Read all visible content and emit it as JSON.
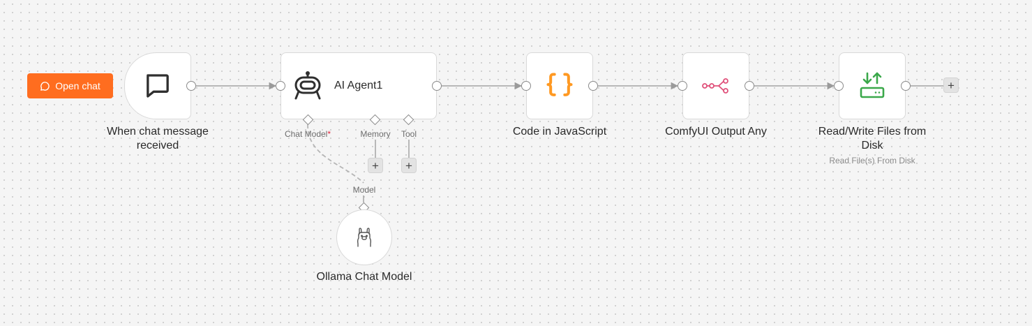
{
  "trigger_button": {
    "label": "Open chat",
    "icon": "chat-bubble-icon",
    "color": "#ff6d1f"
  },
  "nodes": {
    "chat_trigger": {
      "label_line1": "When chat message",
      "label_line2": "received",
      "icon": "message-square-icon"
    },
    "ai_agent": {
      "title": "AI Agent1",
      "icon": "robot-icon",
      "ports": {
        "chat_model": "Chat Model",
        "chat_model_required": "*",
        "memory": "Memory",
        "tool": "Tool"
      }
    },
    "code": {
      "label": "Code in JavaScript",
      "icon": "curly-braces-icon",
      "color": "#ff9922"
    },
    "comfy": {
      "label": "ComfyUI Output Any",
      "icon": "nodes-graph-icon",
      "color": "#e0507a"
    },
    "files": {
      "label_line1": "Read/Write Files from",
      "label_line2": "Disk",
      "sublabel": "Read File(s) From Disk",
      "icon": "disk-transfer-icon",
      "color": "#3aa84a"
    },
    "ollama": {
      "label": "Ollama Chat Model",
      "port_label": "Model",
      "icon": "llama-icon"
    }
  }
}
